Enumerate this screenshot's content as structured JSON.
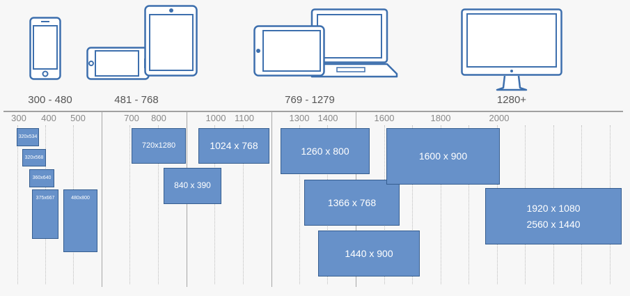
{
  "colors": {
    "icon": "#3d6fad",
    "box_fill": "#6791c9",
    "box_border": "#355d8f",
    "axis": "#a0a0a0"
  },
  "devices": {
    "phone": {
      "icon": "smartphone-icon"
    },
    "phone_landscape": {
      "icon": "smartphone-landscape-icon"
    },
    "tablet": {
      "icon": "tablet-icon"
    },
    "tablet_landscape": {
      "icon": "tablet-landscape-icon"
    },
    "laptop": {
      "icon": "laptop-icon"
    },
    "monitor": {
      "icon": "monitor-icon"
    }
  },
  "categories": [
    {
      "label": "300 - 480"
    },
    {
      "label": "481 - 768"
    },
    {
      "label": "769 - 1279"
    },
    {
      "label": "1280+"
    }
  ],
  "axis_ticks": [
    "300",
    "400",
    "500",
    "700",
    "800",
    "1000",
    "1100",
    "1300",
    "1400",
    "1600",
    "1800",
    "2000"
  ],
  "chart_data": {
    "type": "diagram",
    "resolutions": [
      {
        "label": "320x534",
        "width": 320,
        "height": 534
      },
      {
        "label": "320x568",
        "width": 320,
        "height": 568
      },
      {
        "label": "360x640",
        "width": 360,
        "height": 640
      },
      {
        "label": "375x667",
        "width": 375,
        "height": 667
      },
      {
        "label": "480x800",
        "width": 480,
        "height": 800
      },
      {
        "label": "720x1280",
        "width": 720,
        "height": 1280
      },
      {
        "label": "840 x 390",
        "width": 840,
        "height": 390
      },
      {
        "label": "1024 x 768",
        "width": 1024,
        "height": 768
      },
      {
        "label": "1260 x 800",
        "width": 1260,
        "height": 800
      },
      {
        "label": "1366 x 768",
        "width": 1366,
        "height": 768
      },
      {
        "label": "1440 x 900",
        "width": 1440,
        "height": 900
      },
      {
        "label": "1600 x 900",
        "width": 1600,
        "height": 900
      },
      {
        "label": "1920 x 1080",
        "width": 1920,
        "height": 1080
      },
      {
        "label": "2560 x 1440",
        "width": 2560,
        "height": 1440
      }
    ]
  }
}
